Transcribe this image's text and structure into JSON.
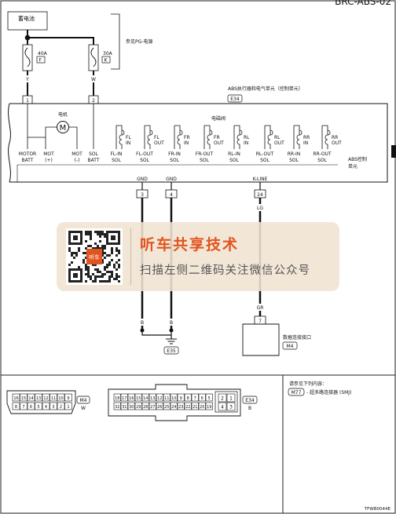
{
  "header": {
    "code": "BRC-ABS-02"
  },
  "battery": {
    "label": "蓄电池"
  },
  "ref_pg": {
    "label": "参见PG-电源"
  },
  "fuses": [
    {
      "rating": "40A",
      "letter": "F",
      "wire": "Y",
      "pin": "1"
    },
    {
      "rating": "30A",
      "letter": "K",
      "wire": "W",
      "pin": "2"
    }
  ],
  "unit": {
    "label": "ABS执行器和电气单元（控制单元）",
    "connector": "E34",
    "control_label": [
      "ABS控制",
      "单元"
    ]
  },
  "motor": {
    "label": "电机",
    "symbol": "M"
  },
  "solenoid": {
    "label": "电磁阀"
  },
  "valves": [
    {
      "l1": "FL",
      "l2": "IN"
    },
    {
      "l1": "FL",
      "l2": "OUT"
    },
    {
      "l1": "FR",
      "l2": "IN"
    },
    {
      "l1": "FR",
      "l2": "OUT"
    },
    {
      "l1": "RL",
      "l2": "IN"
    },
    {
      "l1": "RL",
      "l2": "OUT"
    },
    {
      "l1": "RR",
      "l2": "IN"
    },
    {
      "l1": "RR",
      "l2": "OUT"
    }
  ],
  "terminals": [
    {
      "l1": "MOTOR",
      "l2": "BATT"
    },
    {
      "l1": "MOT",
      "l2": "(+)"
    },
    {
      "l1": "MOT",
      "l2": "(-)"
    },
    {
      "l1": "SOL",
      "l2": "BATT"
    },
    {
      "l1": "FL-IN",
      "l2": "SOL"
    },
    {
      "l1": "FL-OUT",
      "l2": "SOL"
    },
    {
      "l1": "FR-IN",
      "l2": "SOL"
    },
    {
      "l1": "FR-OUT",
      "l2": "SOL"
    },
    {
      "l1": "RL-IN",
      "l2": "SOL"
    },
    {
      "l1": "RL-OUT",
      "l2": "SOL"
    },
    {
      "l1": "RR-IN",
      "l2": "SOL"
    },
    {
      "l1": "RR-OUT",
      "l2": "SOL"
    }
  ],
  "bottom_pins": [
    {
      "name": "GND",
      "pin": "3",
      "wire": "B"
    },
    {
      "name": "GND",
      "pin": "4",
      "wire": "B"
    },
    {
      "name": "K-LINE",
      "pin": "24",
      "wire": "LG"
    }
  ],
  "ground": {
    "wire_a": "B",
    "wire_b": "B",
    "connector": "E35"
  },
  "data_link": {
    "wire": "GR",
    "pin": "7",
    "label": "数据连接接口",
    "connector": "M4"
  },
  "connectors_panel": {
    "m4_row1": [
      "16",
      "15",
      "14",
      "13",
      "12",
      "11",
      "10",
      "9"
    ],
    "m4_row2": [
      "8",
      "7",
      "6",
      "5",
      "4",
      "3",
      "2",
      "1"
    ],
    "m4_code": "M4",
    "m4_color": "W",
    "e34_row1": [
      "18",
      "17",
      "16",
      "15",
      "14",
      "13",
      "12",
      "11",
      "10",
      "9",
      "8",
      "7",
      "6",
      "5"
    ],
    "e34_row2": [
      "32",
      "31",
      "30",
      "29",
      "28",
      "27",
      "26",
      "25",
      "24",
      "23",
      "22",
      "21",
      "20",
      "19"
    ],
    "e34_right": [
      "2",
      "1",
      "4",
      "3"
    ],
    "e34_code": "E34",
    "e34_color": "B"
  },
  "reference": {
    "title": "请参见下列内容：",
    "code": "M77",
    "text": "- 超多路连接器 (SMJ)"
  },
  "footer": {
    "code": "TFWB0044E"
  },
  "watermark": {
    "title": "听车共享技术",
    "subtitle": "扫描左侧二维码关注微信公众号",
    "badge": "听车"
  }
}
